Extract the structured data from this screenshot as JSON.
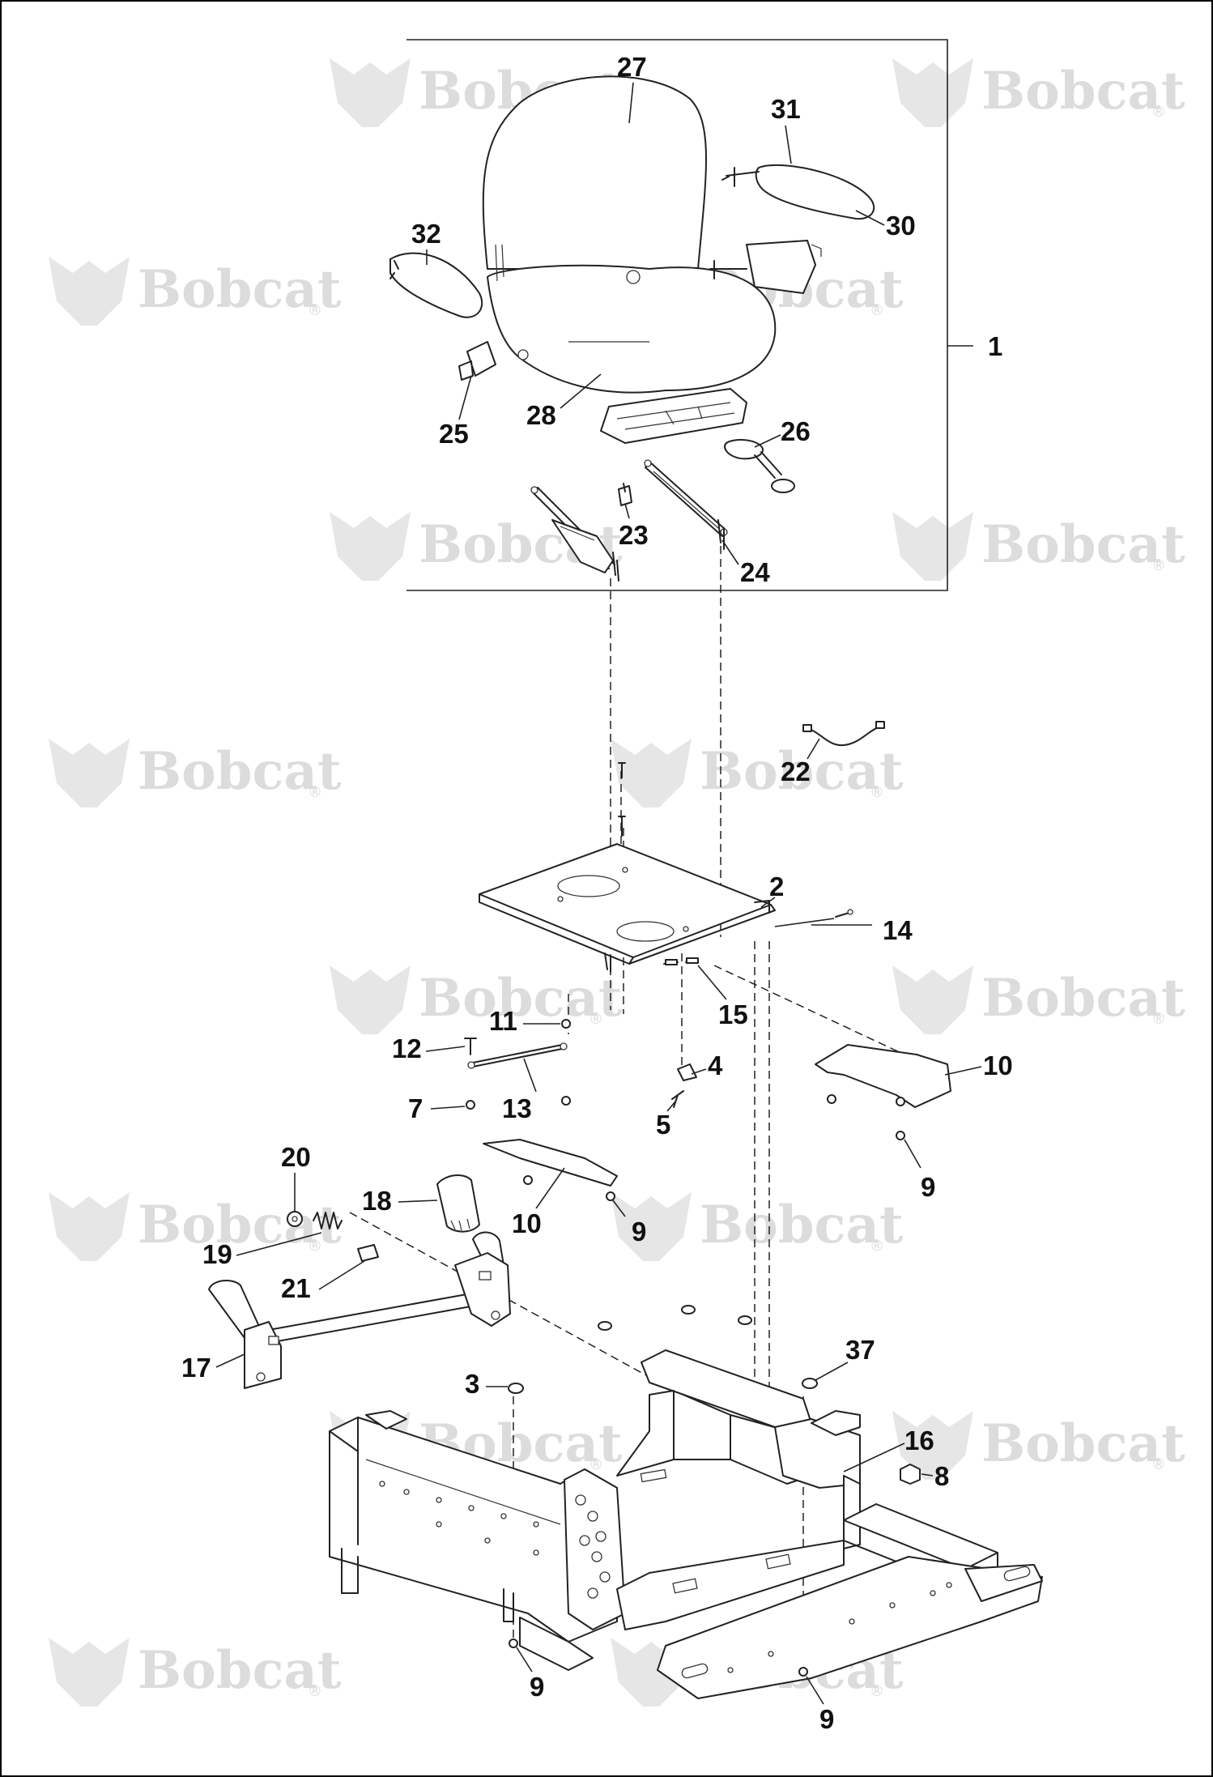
{
  "watermark": {
    "brand": "Bobcat",
    "registered_mark": "®",
    "color": "#dcdcdc"
  },
  "callouts": {
    "c1": "1",
    "c2": "2",
    "c3": "3",
    "c4": "4",
    "c5": "5",
    "c7": "7",
    "c8": "8",
    "c9a": "9",
    "c9b": "9",
    "c9c": "9",
    "c9d": "9",
    "c10a": "10",
    "c10b": "10",
    "c11": "11",
    "c12": "12",
    "c13": "13",
    "c14": "14",
    "c15": "15",
    "c16": "16",
    "c17": "17",
    "c18": "18",
    "c19": "19",
    "c20": "20",
    "c21": "21",
    "c22": "22",
    "c23": "23",
    "c24": "24",
    "c25": "25",
    "c26": "26",
    "c27": "27",
    "c28": "28",
    "c30": "30",
    "c31": "31",
    "c32": "32",
    "c37": "37"
  },
  "colors": {
    "line": "#222222",
    "background": "#ffffff"
  }
}
